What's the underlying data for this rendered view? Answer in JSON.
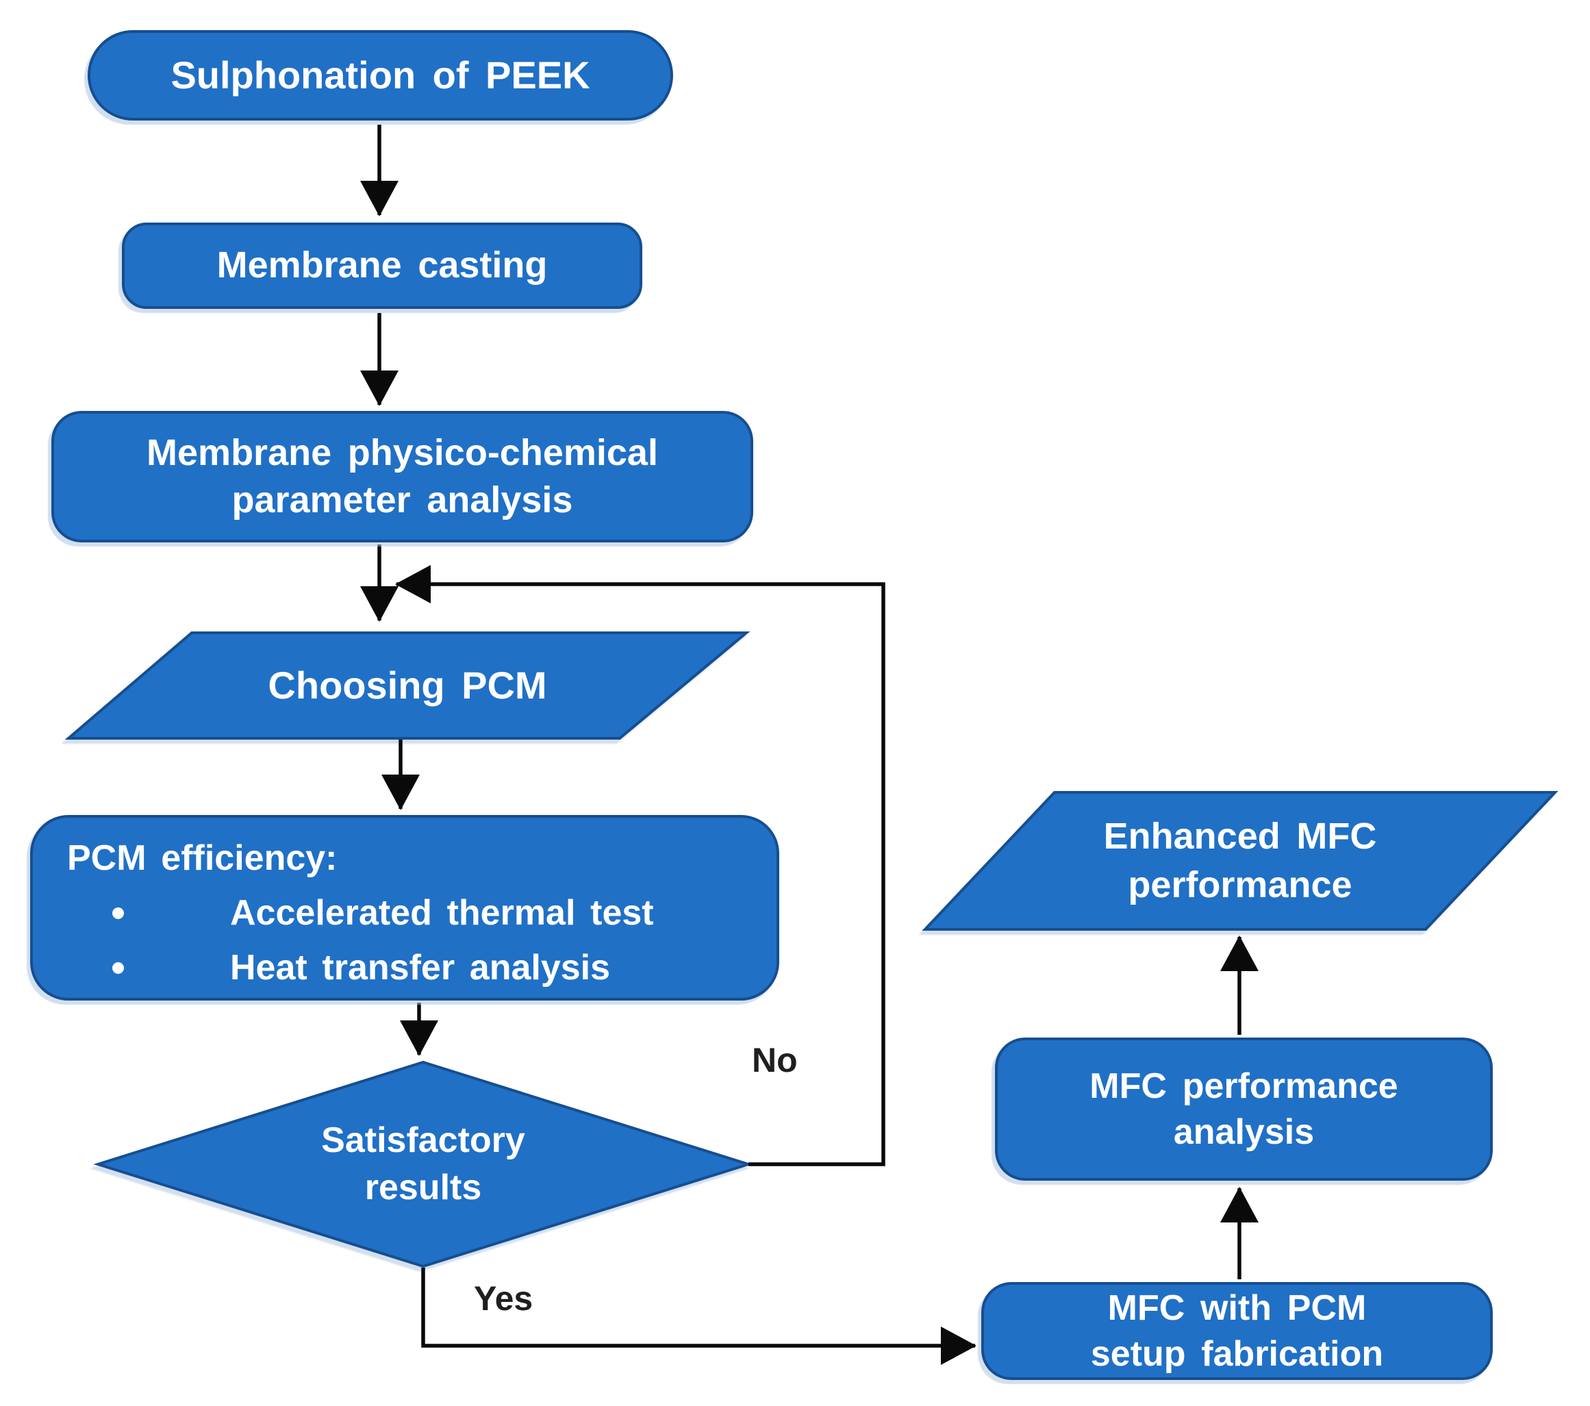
{
  "figure": {
    "background": "#ffffff",
    "node_fill": "#2070c6",
    "node_border": "#164e90",
    "node_text_color": "#ffffff",
    "connector_color": "#0a0a0a",
    "edge_label_color": "#1f1f1f"
  },
  "nodes": {
    "sulphonation": {
      "label": "Sulphonation of PEEK"
    },
    "membrane_casting": {
      "label": "Membrane casting"
    },
    "membrane_analysis": {
      "label": "Membrane physico-chemical\nparameter analysis"
    },
    "choosing_pcm": {
      "label": "Choosing PCM"
    },
    "pcm_efficiency": {
      "title": "PCM efficiency:",
      "bullets": [
        "Accelerated thermal test",
        "Heat transfer analysis"
      ]
    },
    "satisfactory_results": {
      "label": "Satisfactory\nresults"
    },
    "mfc_setup": {
      "label": "MFC with PCM\nsetup fabrication"
    },
    "mfc_analysis": {
      "label": "MFC performance\nanalysis"
    },
    "enhanced_mfc": {
      "label": "Enhanced MFC\nperformance"
    }
  },
  "edge_labels": {
    "no": "No",
    "yes": "Yes"
  }
}
